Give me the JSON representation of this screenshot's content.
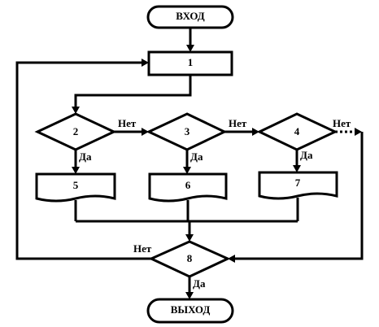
{
  "diagram": {
    "start": "ВХОД",
    "end": "ВЫХОД",
    "blocks": {
      "b1": "1",
      "d2": "2",
      "d3": "3",
      "d4": "4",
      "b5": "5",
      "b6": "6",
      "b7": "7",
      "d8": "8"
    },
    "edges": {
      "yes": "Да",
      "no": "Нет"
    }
  }
}
